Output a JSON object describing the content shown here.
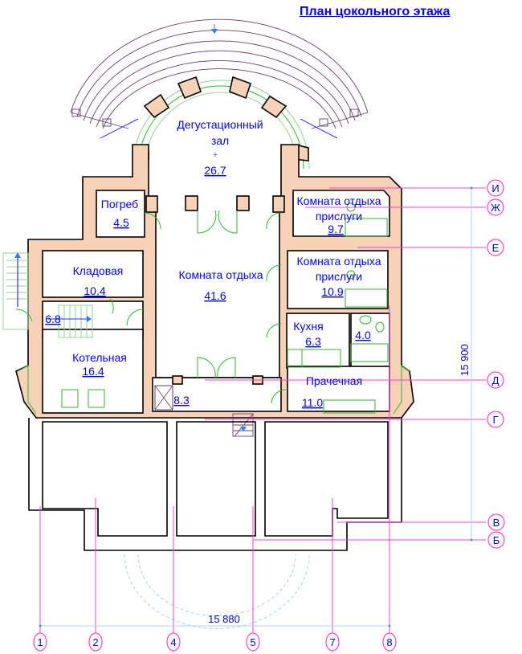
{
  "title": "План цокольного этажа",
  "rooms": [
    {
      "id": "tasting-hall",
      "name_lines": [
        "Дегустационный",
        "зал"
      ],
      "area": "26.7"
    },
    {
      "id": "cellar",
      "name_lines": [
        "Погреб"
      ],
      "area": "4.5"
    },
    {
      "id": "staff-room-1",
      "name_lines": [
        "Комната отдыха",
        "прислуги"
      ],
      "area": "9.7"
    },
    {
      "id": "storeroom",
      "name_lines": [
        "Кладовая"
      ],
      "area": "10.4"
    },
    {
      "id": "lounge",
      "name_lines": [
        "Комната отдыха"
      ],
      "area": "41.6"
    },
    {
      "id": "staff-room-2",
      "name_lines": [
        "Комната отдыха",
        "прислуги"
      ],
      "area": "10.9"
    },
    {
      "id": "stair-hall",
      "name_lines": [],
      "area": "6.8"
    },
    {
      "id": "kitchen",
      "name_lines": [
        "Кухня"
      ],
      "area": "6.3"
    },
    {
      "id": "bathroom",
      "name_lines": [],
      "area": "4.0"
    },
    {
      "id": "boiler-room",
      "name_lines": [
        "Котельная"
      ],
      "area": "16.4"
    },
    {
      "id": "laundry",
      "name_lines": [
        "Прачечная"
      ],
      "area": "11.0"
    },
    {
      "id": "lift-hall",
      "name_lines": [],
      "area": "8.3"
    }
  ],
  "axes": {
    "horizontal": [
      "И",
      "Ж",
      "Е",
      "Д",
      "Г",
      "В",
      "Б"
    ],
    "vertical": [
      "1",
      "2",
      "4",
      "5",
      "7",
      "8"
    ]
  },
  "dimensions": {
    "vertical_total": "15 900",
    "horizontal_total": "15 880"
  },
  "colors": {
    "wall_fill": "#f8d2b6",
    "text": "#0000ee",
    "grid_axis": "#ff3fd0",
    "equipment": "#2cb52c",
    "dimension_line": "#a8d0ff",
    "terrace_arcs": "#6a3d6a"
  }
}
